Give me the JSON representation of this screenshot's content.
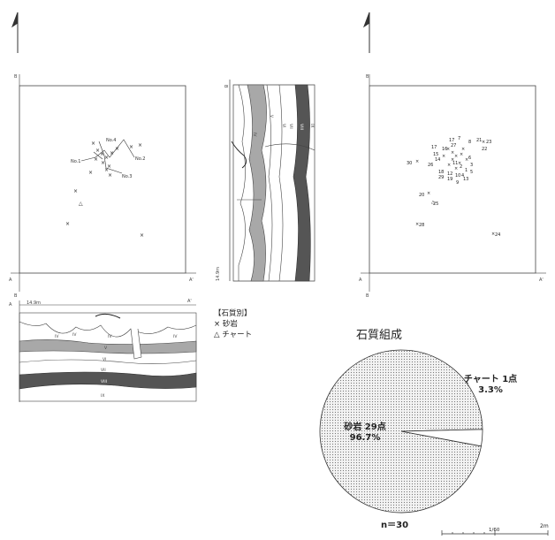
{
  "plan": {
    "corner_top": "B",
    "corner_a": "A",
    "corner_a_prime": "A'",
    "corner_b": "B",
    "labels": [
      "No.1",
      "No.2",
      "No.3",
      "No.4"
    ]
  },
  "section_a": {
    "elevation_label": "14.9m",
    "end_a": "A",
    "end_a_prime": "A'",
    "layers": [
      "IV",
      "IV",
      "IV",
      "IV",
      "V",
      "VI",
      "VII",
      "VIII",
      "IX"
    ]
  },
  "section_b": {
    "top_label": "B",
    "elevation_label": "14.9m",
    "layers": [
      "IV",
      "V",
      "VI",
      "VII",
      "VIII",
      "IX"
    ]
  },
  "plan_numbered": {
    "corner_top": "B",
    "corner_a": "A",
    "corner_a_prime": "A'",
    "corner_b": "B",
    "point_numbers": [
      "1",
      "2",
      "3",
      "4",
      "5",
      "6",
      "7",
      "8",
      "9",
      "10",
      "11",
      "12",
      "13",
      "14",
      "15",
      "16",
      "17",
      "18",
      "19",
      "20",
      "21",
      "22",
      "23",
      "24",
      "25",
      "26",
      "27",
      "28",
      "29",
      "30"
    ]
  },
  "legend": {
    "title": "【石質別】",
    "items": [
      {
        "symbol": "×",
        "label": "砂岩"
      },
      {
        "symbol": "△",
        "label": "チャート"
      }
    ]
  },
  "chart_data": {
    "type": "pie",
    "title": "石質組成",
    "categories": [
      "砂岩",
      "チャート"
    ],
    "values": [
      96.7,
      3.3
    ],
    "counts": [
      29,
      1
    ],
    "count_labels": [
      "砂岩 29点",
      "チャート 1点"
    ],
    "percent_labels": [
      "96.7%",
      "3.3%"
    ],
    "total_label": "n＝30",
    "colors": [
      "#e0e0e0",
      "#ffffff"
    ]
  },
  "scale_bar": {
    "mid_label": "1/60",
    "end_label": "2m"
  }
}
